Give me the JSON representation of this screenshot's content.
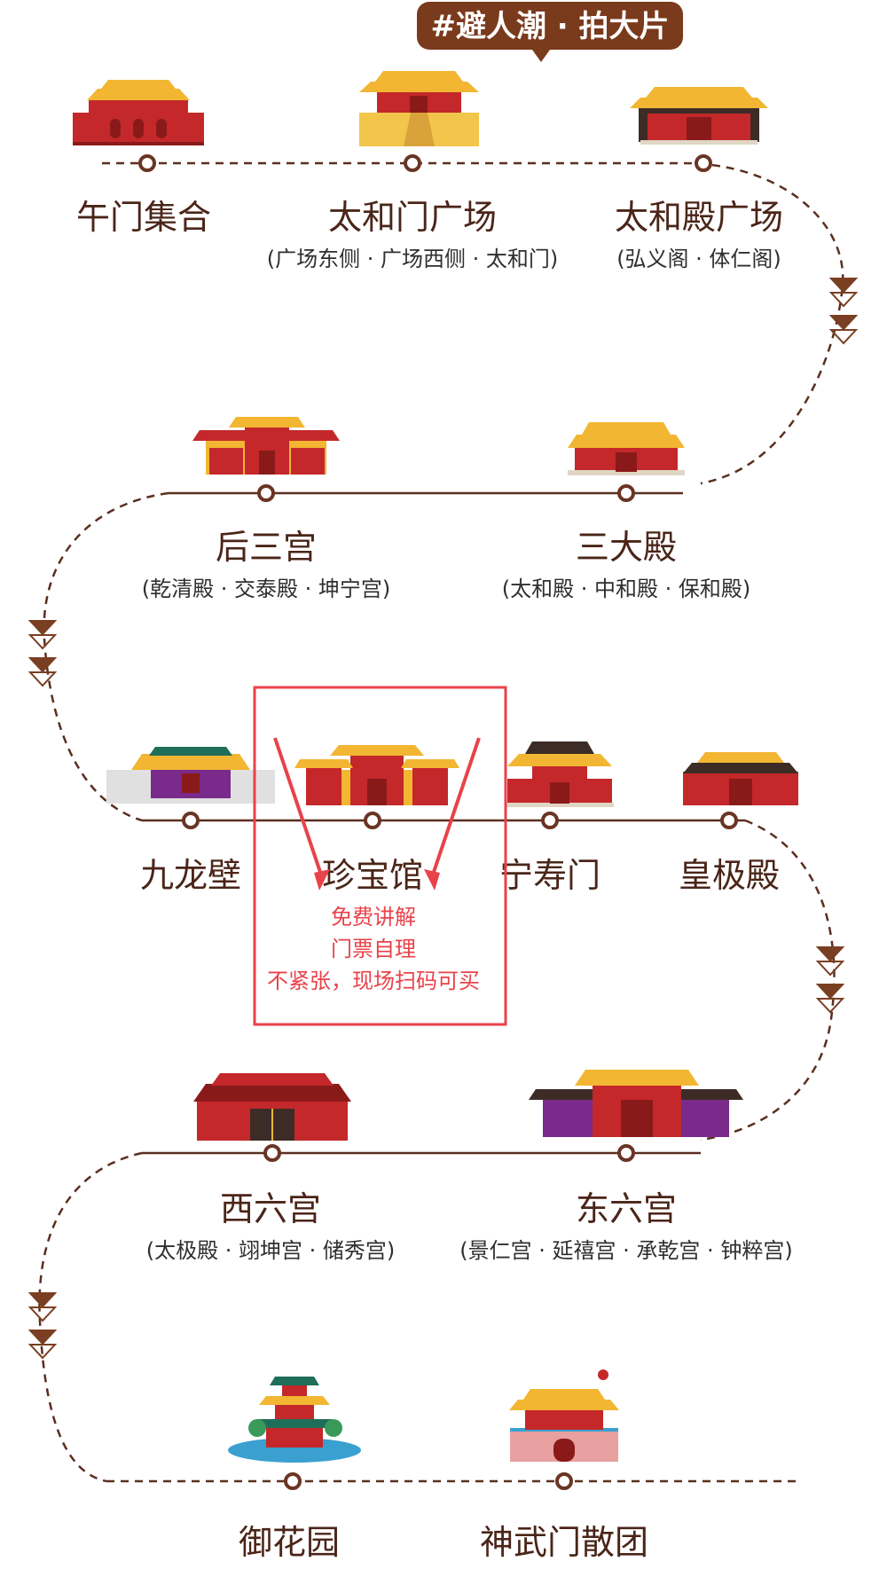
{
  "badge": "#避人潮 · 拍大片",
  "colors": {
    "track": "#5a2f1f",
    "dot": "#6a3524",
    "highlight": "#e8424a",
    "roof": "#f2b632",
    "wall": "#c4282a",
    "chevron_fill": "#7a3f22"
  },
  "stops": [
    {
      "name": "午门集合",
      "sub": ""
    },
    {
      "name": "太和门广场",
      "sub": "(广场东侧 · 广场西侧 · 太和门)"
    },
    {
      "name": "太和殿广场",
      "sub": "(弘义阁 · 体仁阁)"
    },
    {
      "name": "后三宫",
      "sub": "(乾清殿 · 交泰殿 · 坤宁宫)"
    },
    {
      "name": "三大殿",
      "sub": "(太和殿 · 中和殿 · 保和殿)"
    },
    {
      "name": "九龙壁",
      "sub": ""
    },
    {
      "name": "珍宝馆",
      "sub": ""
    },
    {
      "name": "宁寿门",
      "sub": ""
    },
    {
      "name": "皇极殿",
      "sub": ""
    },
    {
      "name": "西六宫",
      "sub": "(太极殿 · 翊坤宫 · 储秀宫)"
    },
    {
      "name": "东六宫",
      "sub": "(景仁宫 · 延禧宫 · 承乾宫 · 钟粹宫)"
    },
    {
      "name": "御花园",
      "sub": ""
    },
    {
      "name": "神武门散团",
      "sub": ""
    }
  ],
  "highlight": {
    "lines": [
      "免费讲解",
      "门票自理",
      "不紧张，现场扫码可买"
    ]
  }
}
